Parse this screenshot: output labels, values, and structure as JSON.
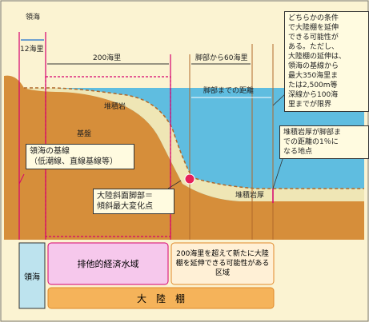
{
  "labels": {
    "territorial_sea_top": "領海",
    "twelve_nm": "12海里",
    "two_hundred_nm": "200海里",
    "foot_plus_60": "脚部から60海里",
    "distance_from_foot": "脚部までの距離",
    "sediment_rock": "堆積岩",
    "basement": "基盤",
    "sediment_thickness": "堆積岩厚"
  },
  "notes": {
    "condition": [
      "どちらかの条件",
      "で大陸棚を延伸",
      "できる可能性が",
      "ある。ただし、",
      "大陸棚の延伸は、",
      "領海の基線から",
      "最大350海里ま",
      "たは2,500m等",
      "深線から100海",
      "里までが限界"
    ],
    "baseline": [
      "領海の基線",
      "（低潮線、直線基線等）"
    ],
    "foot": [
      "大陸斜面脚部＝",
      "傾斜最大変化点"
    ],
    "thickness_point": [
      "堆積岩厚が脚部ま",
      "での距離の1％に",
      "なる地点"
    ]
  },
  "bottom": {
    "territorial_sea": "領海",
    "eez": "排他的経済水域",
    "extended": "200海里を超えて新たに大陸棚を延伸できる可能性がある区域",
    "continental_shelf": "大　陸　棚"
  },
  "colors": {
    "sea": "#5fbde0",
    "sediment": "#efe6b5",
    "basement": "#d68e3a",
    "magenta": "#d6006e",
    "eez_fill": "#f6c8ec",
    "shelf_fill": "#f5b35a",
    "terr_fill": "#bde3ee"
  }
}
